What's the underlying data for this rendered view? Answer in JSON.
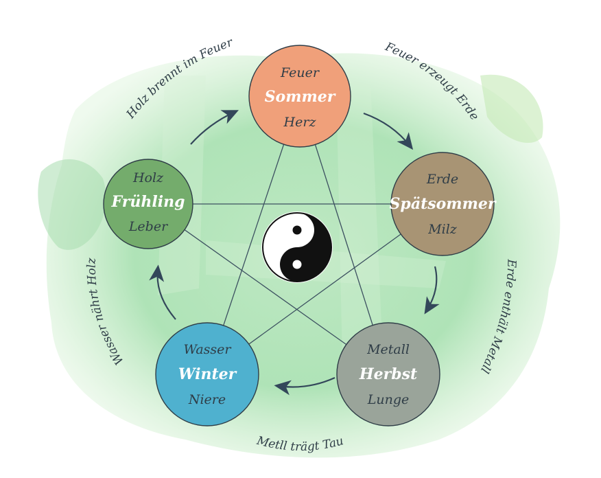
{
  "phases": {
    "fire": {
      "name": "Feuer",
      "season": "Sommer",
      "organ": "Herz",
      "color": "#f0a07a"
    },
    "earth": {
      "name": "Erde",
      "season": "Spätsommer",
      "organ": "Milz",
      "color": "#a89474"
    },
    "metal": {
      "name": "Metall",
      "season": "Herbst",
      "organ": "Lunge",
      "color": "#9aa49a"
    },
    "water": {
      "name": "Wasser",
      "season": "Winter",
      "organ": "Niere",
      "color": "#4fb1cf"
    },
    "wood": {
      "name": "Holz",
      "season": "Frühling",
      "organ": "Leber",
      "color": "#74ac6c"
    }
  },
  "cycle_labels": {
    "wood_fire": "Holz brennt im Feuer",
    "fire_earth": "Feuer erzeugt Erde",
    "earth_metal": "Erde enthält Metall",
    "metal_water": "Metll trägt Tau",
    "water_wood": "Wasser nährt Holz"
  },
  "colors": {
    "ink": "#2f3d47",
    "wash": "#8fd49a"
  },
  "center": {
    "icon": "yin-yang-icon"
  }
}
